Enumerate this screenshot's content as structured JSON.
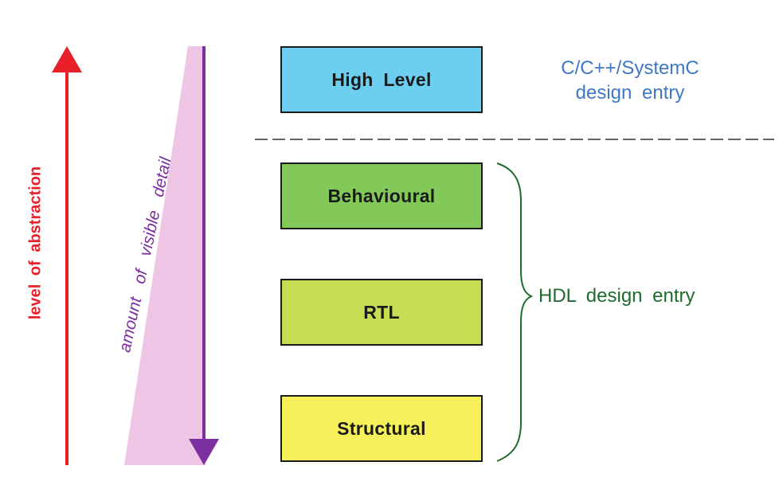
{
  "diagram": {
    "abstraction_label": "level of abstraction",
    "detail_label": "amount of visible detail",
    "levels": [
      {
        "label": "High Level",
        "color": "#6dcff0"
      },
      {
        "label": "Behavioural",
        "color": "#83c95a"
      },
      {
        "label": "RTL",
        "color": "#c6dd52"
      },
      {
        "label": "Structural",
        "color": "#f6f15a"
      }
    ],
    "entry_notes": {
      "high_level": "C/C++/SystemC\ndesign entry",
      "hdl": "HDL design entry"
    },
    "colors": {
      "abstraction_arrow": "#e8202a",
      "detail_arrow": "#7b2fa0",
      "detail_wedge": "#eec5e5",
      "high_level_note": "#3f78c4",
      "hdl_note": "#1e6b2c",
      "separator": "#333333"
    }
  }
}
